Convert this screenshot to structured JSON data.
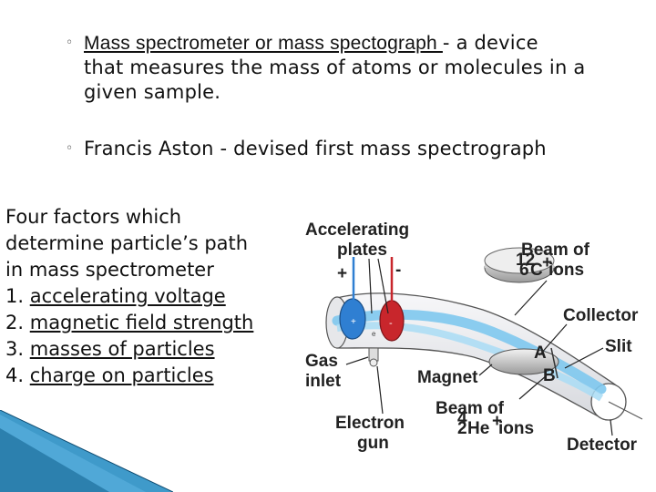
{
  "bullets": [
    {
      "mark": "◦",
      "term": "Mass spectrometer or mass spectograph ",
      "rest_line1": "- a device",
      "line2": "that measures the mass of atoms or molecules in a",
      "line3": "given sample."
    },
    {
      "mark": "◦",
      "text": "Francis Aston - devised first mass spectrograph"
    }
  ],
  "factors": {
    "intro": [
      "Four factors which",
      "determine particle’s path",
      "in mass spectrometer"
    ],
    "items": [
      {
        "num": "1.",
        "text": "accelerating voltage"
      },
      {
        "num": "2.",
        "text": "magnetic field strength"
      },
      {
        "num": "3.",
        "text": "masses of particles"
      },
      {
        "num": "4.",
        "text": "charge on particles"
      }
    ]
  },
  "diagram": {
    "accelerating_plates": [
      "Accelerating",
      "plates"
    ],
    "plus": "+",
    "minus": "-",
    "beam_c": [
      "Beam of",
      "C",
      "+",
      " ions",
      "12",
      "6"
    ],
    "collector": "Collector",
    "slit": "Slit",
    "a": "A",
    "b": "B",
    "gas_inlet": [
      "Gas",
      "inlet"
    ],
    "magnet": "Magnet",
    "beam_he": [
      "Beam of",
      "He",
      "+",
      " ions",
      "4",
      "2"
    ],
    "electron_gun": [
      "Electron",
      "gun"
    ],
    "detector": "Detector",
    "plate_marks": [
      "+",
      "-"
    ],
    "small_label": "e"
  },
  "colors": {
    "beam": "#7ec8ee",
    "tube": "#e9eaee",
    "plate_pos": "#2f7fd2",
    "plate_neg": "#c8262c",
    "corner": "#2a8fc4"
  }
}
